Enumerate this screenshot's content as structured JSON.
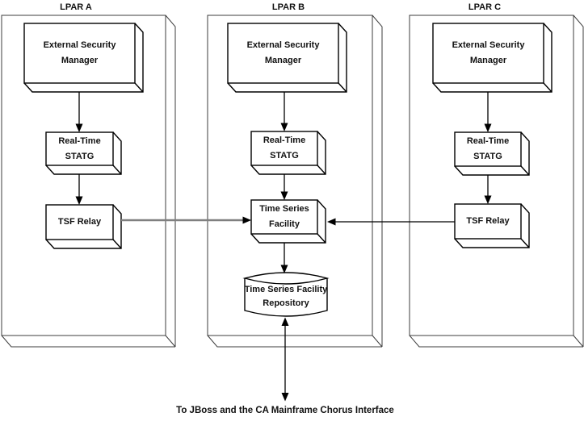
{
  "lpars": [
    {
      "title": "LPAR A",
      "nodes": [
        "External Security Manager",
        "Real-Time STATG",
        "TSF Relay"
      ]
    },
    {
      "title": "LPAR B",
      "nodes": [
        "External Security Manager",
        "Real-Time STATG",
        "Time Series Facility"
      ]
    },
    {
      "title": "LPAR C",
      "nodes": [
        "External Security Manager",
        "Real-Time STATG",
        "TSF Relay"
      ]
    }
  ],
  "repository": {
    "label": "Time Series Facility Repository"
  },
  "caption": "To JBoss and the CA Mainframe Chorus Interface",
  "colors": {
    "box_line": "#000000",
    "container_line": "#3c3c3c",
    "gray_connector": "#808080",
    "arrow": "#000000",
    "background": "#ffffff",
    "text": "#111111"
  }
}
